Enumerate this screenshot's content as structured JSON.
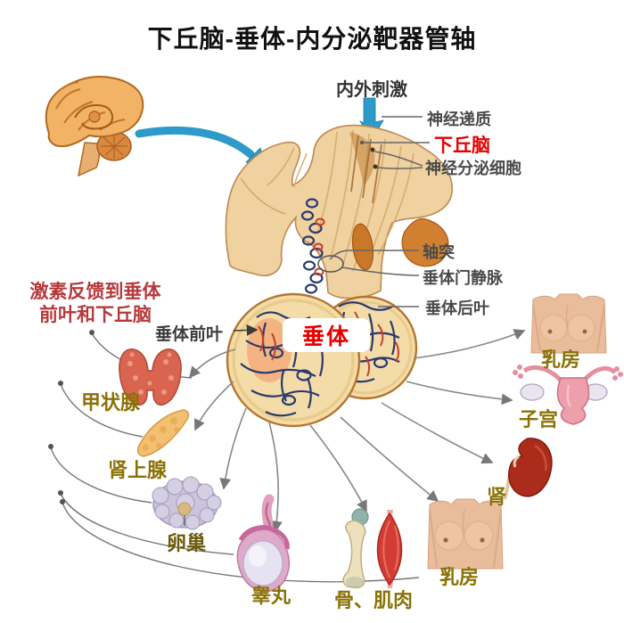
{
  "title": "下丘脑-垂体-内分泌靶器管轴",
  "annotations": {
    "stimulus": "内外刺激",
    "neurotransmitter": "神经递质",
    "hypothalamus": "下丘脑",
    "neurosecretory_cells": "神经分泌细胞",
    "axon": "轴突",
    "portal_vein": "垂体门静脉",
    "posterior_pituitary": "垂体后叶",
    "anterior_pituitary": "垂体前叶",
    "pituitary": "垂体",
    "feedback_line1": "激素反馈到垂体",
    "feedback_line2": "前叶和下丘脑"
  },
  "organs": {
    "thyroid": "甲状腺",
    "adrenal": "肾上腺",
    "ovary": "卵巢",
    "testis": "睾丸",
    "bone_muscle": "骨、肌肉",
    "breast_bottom": "乳房",
    "kidney": "肾",
    "uterus": "子宫",
    "breast_right": "乳房"
  },
  "colors": {
    "highlight_red": "#e60000",
    "feedback_red": "#b5393b",
    "organ_label_olive": "#8a7206",
    "annotation_gray": "#4a4a4a",
    "arrow_blue": "#2e9ac9",
    "gland_tan": "#f3dca8",
    "gland_outline": "#b5762f",
    "vessel_blue": "#2b3a6e",
    "vessel_red": "#c5402a"
  }
}
